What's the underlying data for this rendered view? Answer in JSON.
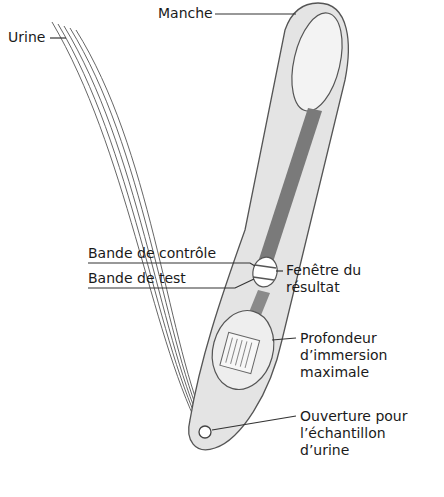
{
  "diagram": {
    "labels": [
      "Urine",
      "Manche",
      "Bande de contrôle",
      "Bande de test",
      "Fenêtre du résultat",
      "Profondeur d’immersion maximale",
      "Ouverture pour l’échantillon d’urine"
    ]
  }
}
